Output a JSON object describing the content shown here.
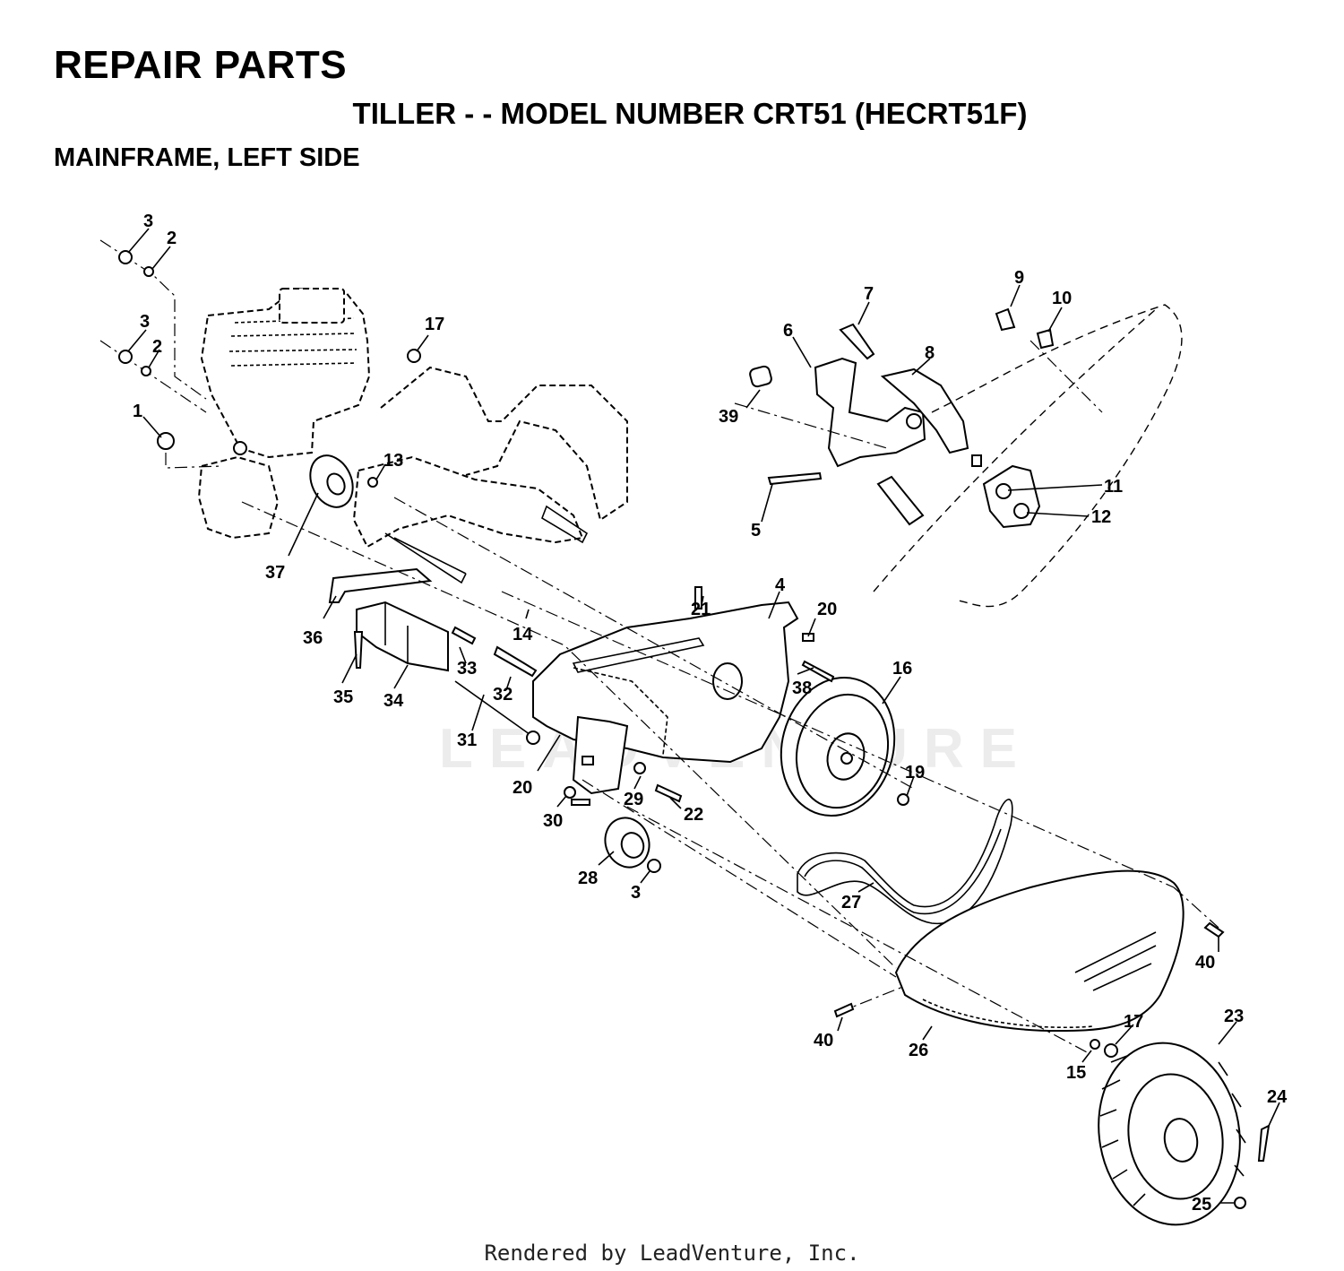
{
  "header": {
    "title": "REPAIR PARTS",
    "subtitle": "TILLER - - MODEL NUMBER CRT51 (HECRT51F)",
    "section": "MAINFRAME, LEFT SIDE"
  },
  "watermark": "LEADVENTURE",
  "footer": "Rendered by LeadVenture, Inc.",
  "callouts": [
    {
      "id": "c-3a",
      "label": "3"
    },
    {
      "id": "c-2a",
      "label": "2"
    },
    {
      "id": "c-3b",
      "label": "3"
    },
    {
      "id": "c-2b",
      "label": "2"
    },
    {
      "id": "c-1",
      "label": "1"
    },
    {
      "id": "c-17a",
      "label": "17"
    },
    {
      "id": "c-13",
      "label": "13"
    },
    {
      "id": "c-37",
      "label": "37"
    },
    {
      "id": "c-36",
      "label": "36"
    },
    {
      "id": "c-35",
      "label": "35"
    },
    {
      "id": "c-34",
      "label": "34"
    },
    {
      "id": "c-33",
      "label": "33"
    },
    {
      "id": "c-32",
      "label": "32"
    },
    {
      "id": "c-31",
      "label": "31"
    },
    {
      "id": "c-14",
      "label": "14"
    },
    {
      "id": "c-21",
      "label": "21"
    },
    {
      "id": "c-4",
      "label": "4"
    },
    {
      "id": "c-20a",
      "label": "20"
    },
    {
      "id": "c-38",
      "label": "38"
    },
    {
      "id": "c-16",
      "label": "16"
    },
    {
      "id": "c-19",
      "label": "19"
    },
    {
      "id": "c-20b",
      "label": "20"
    },
    {
      "id": "c-29",
      "label": "29"
    },
    {
      "id": "c-22",
      "label": "22"
    },
    {
      "id": "c-30",
      "label": "30"
    },
    {
      "id": "c-28",
      "label": "28"
    },
    {
      "id": "c-3c",
      "label": "3"
    },
    {
      "id": "c-27",
      "label": "27"
    },
    {
      "id": "c-40a",
      "label": "40"
    },
    {
      "id": "c-40b",
      "label": "40"
    },
    {
      "id": "c-26",
      "label": "26"
    },
    {
      "id": "c-17b",
      "label": "17"
    },
    {
      "id": "c-15",
      "label": "15"
    },
    {
      "id": "c-23",
      "label": "23"
    },
    {
      "id": "c-24",
      "label": "24"
    },
    {
      "id": "c-25",
      "label": "25"
    },
    {
      "id": "c-7",
      "label": "7"
    },
    {
      "id": "c-6",
      "label": "6"
    },
    {
      "id": "c-8",
      "label": "8"
    },
    {
      "id": "c-39",
      "label": "39"
    },
    {
      "id": "c-5",
      "label": "5"
    },
    {
      "id": "c-9",
      "label": "9"
    },
    {
      "id": "c-10",
      "label": "10"
    },
    {
      "id": "c-11",
      "label": "11"
    },
    {
      "id": "c-12",
      "label": "12"
    }
  ]
}
